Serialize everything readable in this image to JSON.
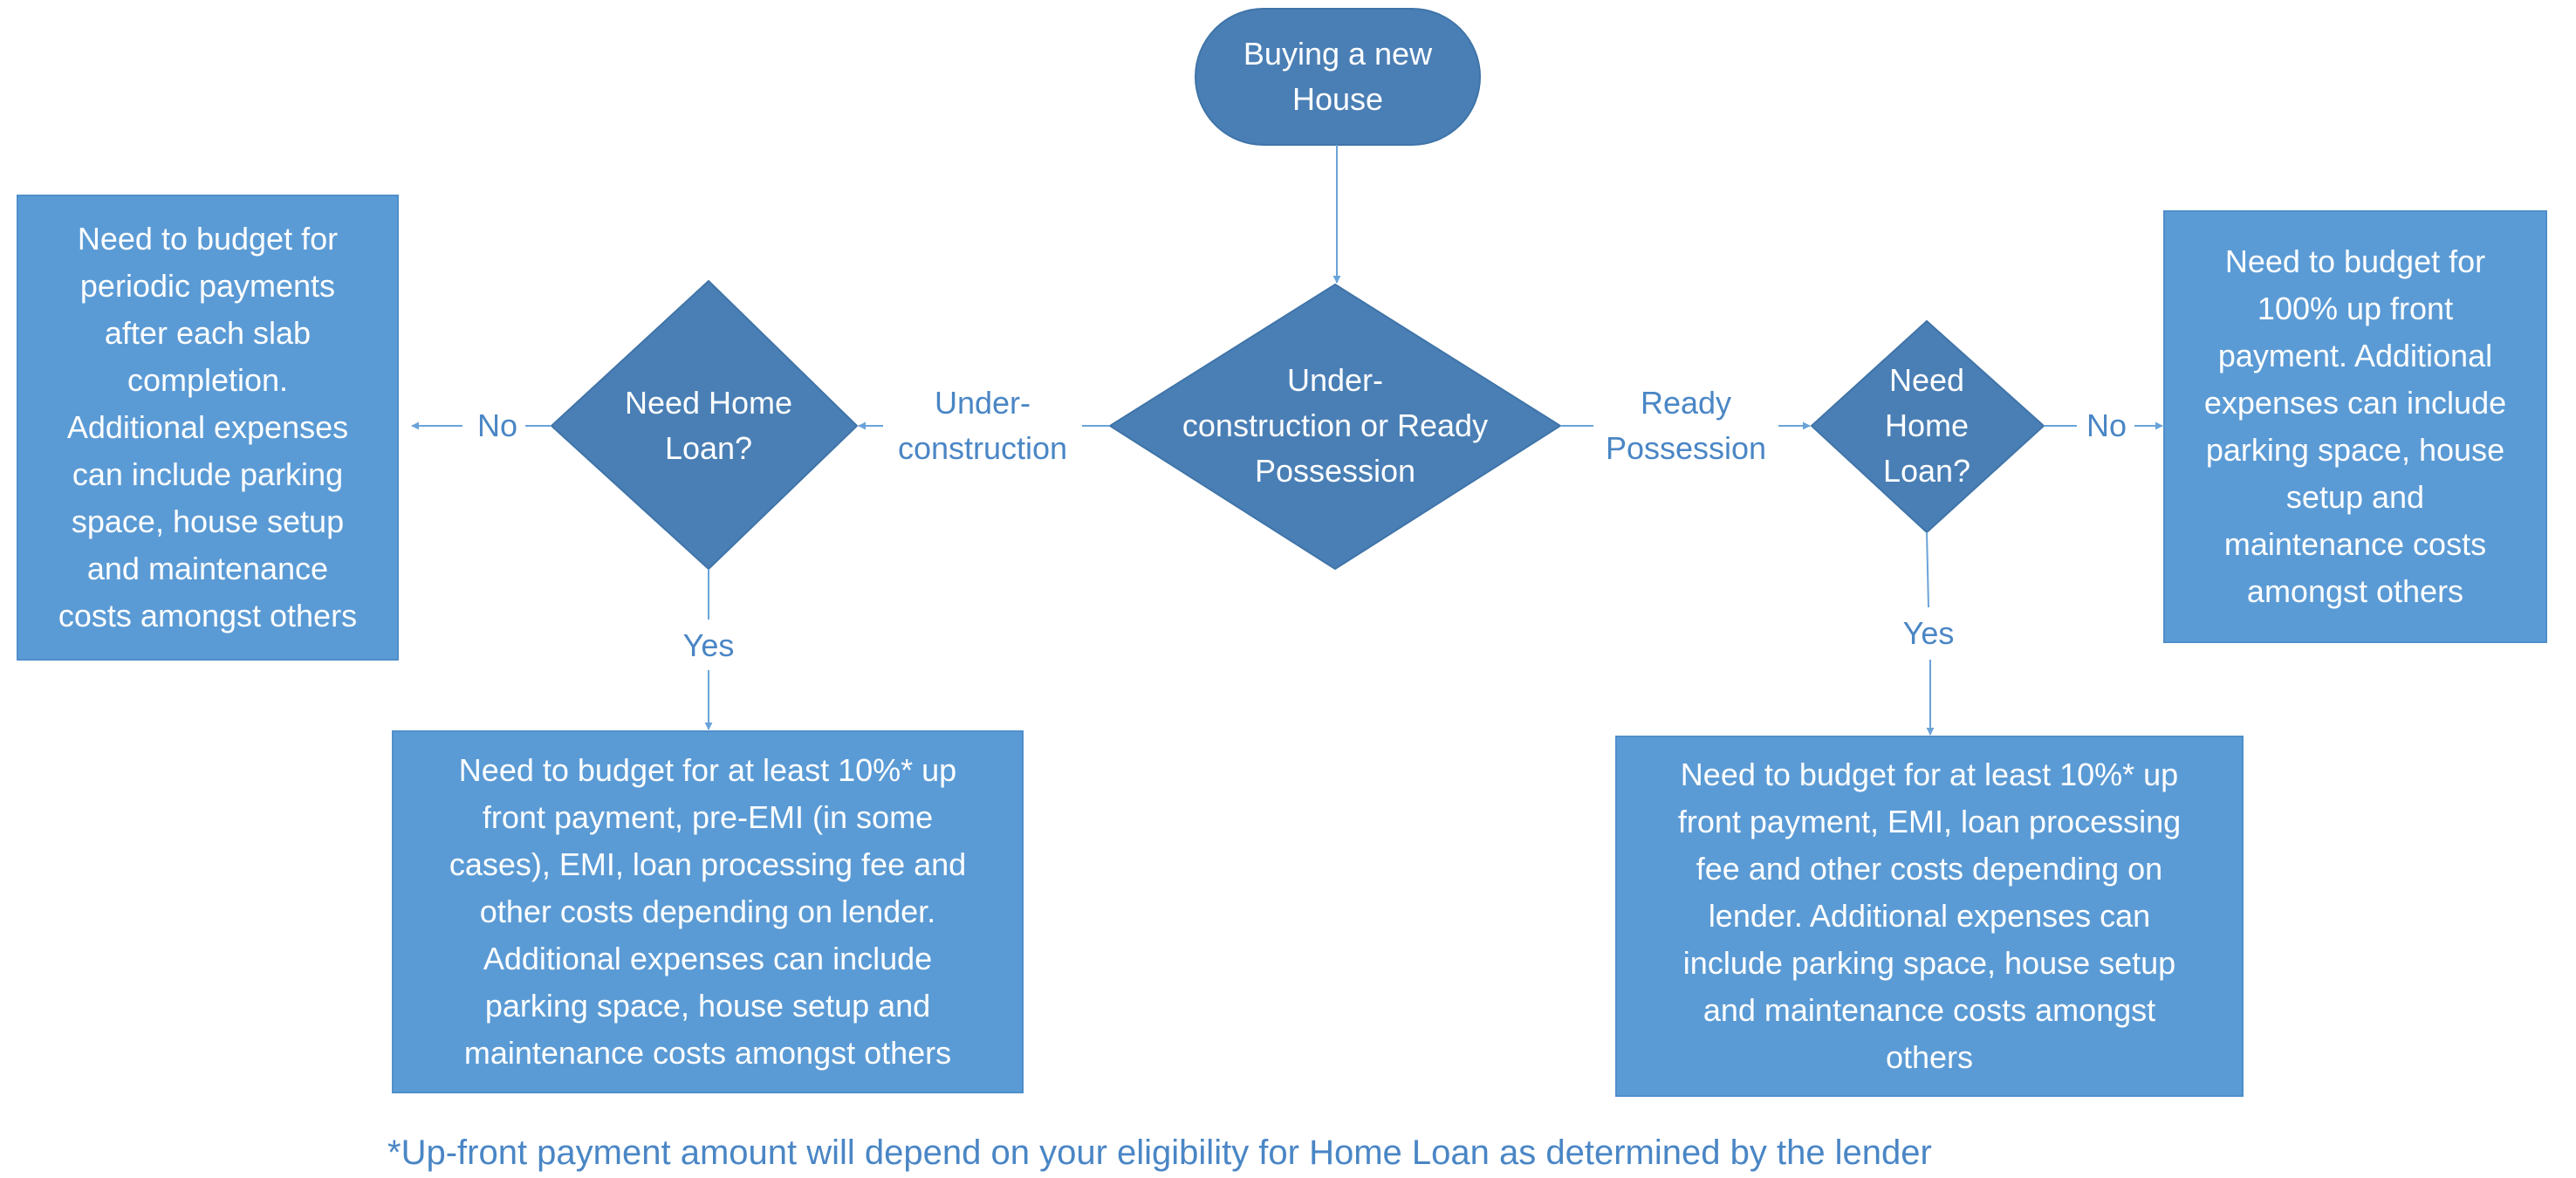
{
  "colors": {
    "box_fill": "#5b9bd5",
    "box_border": "#4f8fcb",
    "diamond_fill": "#4a7fb5",
    "terminal_fill": "#4a7fb5",
    "connector": "#6aa3d9",
    "label_text": "#4a86c5",
    "node_text": "#ffffff"
  },
  "diagram": {
    "start": {
      "text": "Buying a new\nHouse"
    },
    "decision_main": {
      "text": "Under-\nconstruction or Ready\nPossession"
    },
    "decision_left": {
      "text": "Need Home\nLoan?"
    },
    "decision_right": {
      "text": "Need\nHome\nLoan?"
    },
    "box_left_top": {
      "text": "Need to budget for\nperiodic payments\nafter each slab\ncompletion.\nAdditional expenses\ncan include parking\nspace, house setup\nand  maintenance\ncosts amongst others"
    },
    "box_left_bottom": {
      "text": "Need to budget for at least 10%* up\nfront payment, pre-EMI (in some\ncases), EMI, loan processing fee and\nother costs depending on lender.\nAdditional expenses can include\nparking space, house setup and\nmaintenance costs amongst others"
    },
    "box_right_top": {
      "text": "Need to budget for\n100% up front\npayment. Additional\nexpenses can include\nparking space, house\nsetup and\nmaintenance costs\namongst others"
    },
    "box_right_bottom": {
      "text": "Need to budget for at least 10%* up\nfront payment, EMI, loan processing\nfee and other costs depending on\nlender. Additional expenses can\ninclude parking space, house setup\nand maintenance costs amongst\nothers"
    },
    "labels": {
      "under_construction": "Under-\nconstruction",
      "ready_possession": "Ready\nPossession",
      "no_left": "No",
      "no_right": "No",
      "yes_left": "Yes",
      "yes_right": "Yes"
    },
    "footnote": "*Up-front payment amount will depend on your eligibility for Home Loan as determined by the lender"
  }
}
